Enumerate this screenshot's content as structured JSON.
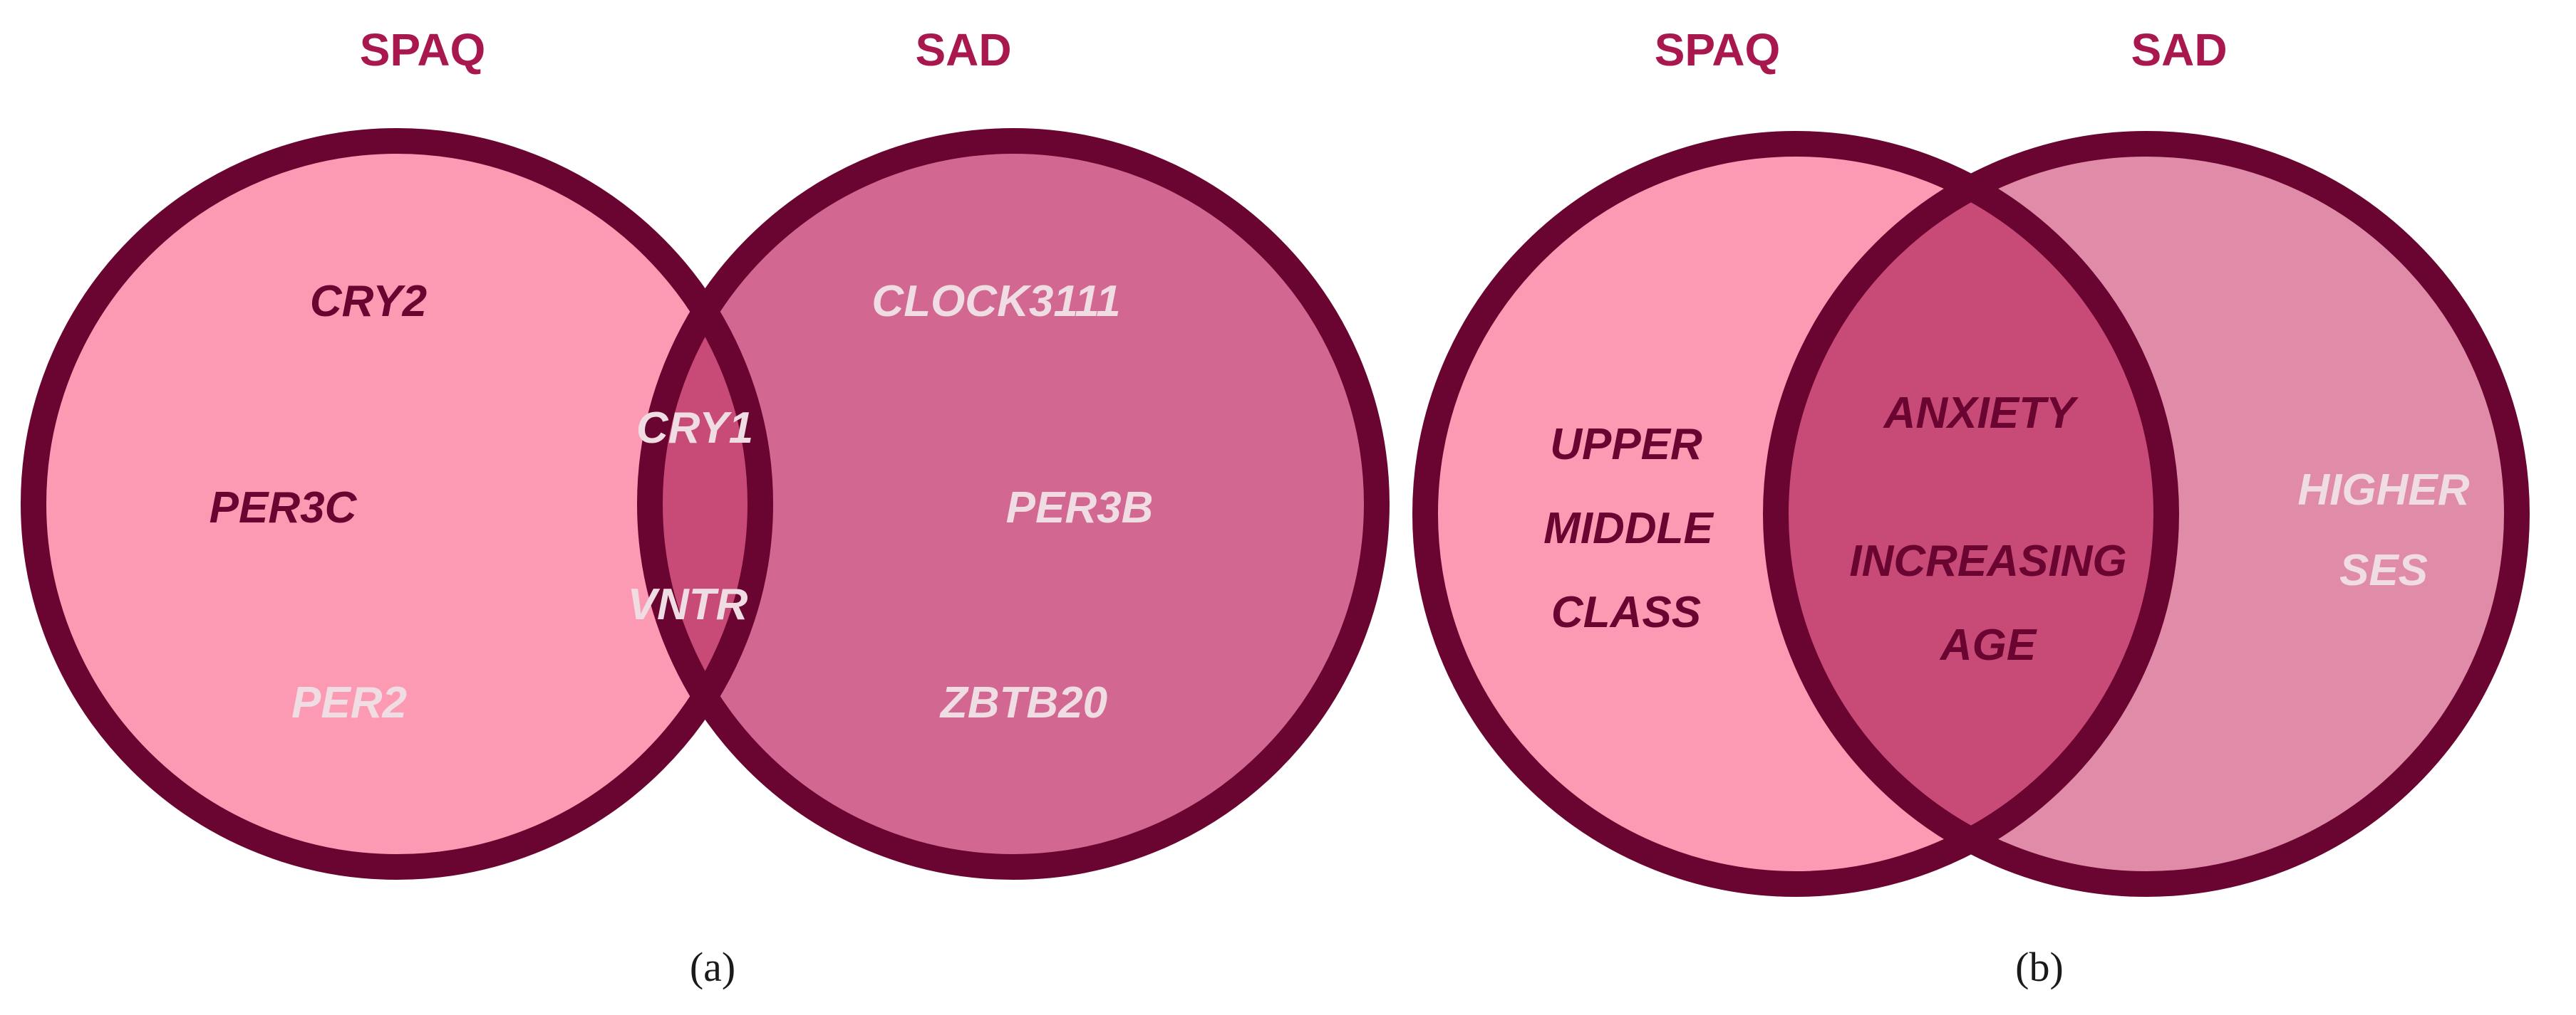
{
  "colors": {
    "outline": "#6a0430",
    "title": "#a8184f",
    "left_fill": "#fd9ab3",
    "right_fill_a": "#d26891",
    "right_fill_b": "#e08ca8",
    "overlap_fill": "#c84a76",
    "text_dark": "#6a0430",
    "text_light": "#f0dde4",
    "caption": "#1a1a1a"
  },
  "panels": [
    {
      "caption": "(a)",
      "left_set": {
        "title": "SPAQ",
        "items": [
          {
            "text": "CRY2",
            "tone": "dark"
          },
          {
            "text": "PER3C",
            "tone": "dark"
          },
          {
            "text": "PER2",
            "tone": "light"
          }
        ]
      },
      "right_set": {
        "title": "SAD",
        "items": [
          {
            "text": "CLOCK3111",
            "tone": "light"
          },
          {
            "text": "PER3B",
            "tone": "light"
          },
          {
            "text": "ZBTB20",
            "tone": "light"
          }
        ]
      },
      "overlap": {
        "items": [
          {
            "text": "CRY1",
            "tone": "light"
          },
          {
            "text": "VNTR",
            "tone": "light"
          }
        ]
      }
    },
    {
      "caption": "(b)",
      "left_set": {
        "title": "SPAQ",
        "items": [
          {
            "text": "UPPER",
            "tone": "dark"
          },
          {
            "text": "MIDDLE",
            "tone": "dark"
          },
          {
            "text": "CLASS",
            "tone": "dark"
          }
        ]
      },
      "right_set": {
        "title": "SAD",
        "items": [
          {
            "text": "HIGHER",
            "tone": "light"
          },
          {
            "text": "SES",
            "tone": "light"
          }
        ]
      },
      "overlap": {
        "items": [
          {
            "text": "ANXIETY",
            "tone": "dark"
          },
          {
            "text": "INCREASING",
            "tone": "dark"
          },
          {
            "text": "AGE",
            "tone": "dark"
          }
        ]
      }
    }
  ]
}
